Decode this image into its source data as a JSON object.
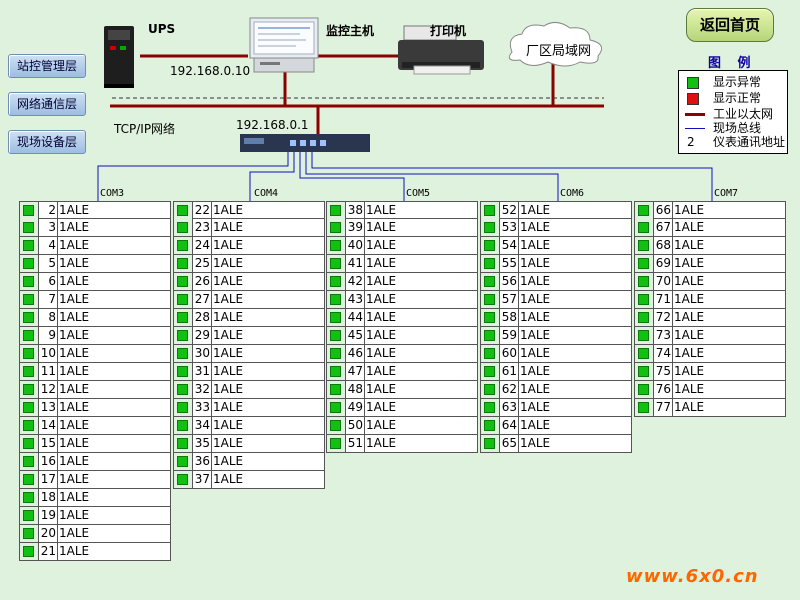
{
  "layers": {
    "station": "站控管理层",
    "network": "网络通信层",
    "field": "现场设备层"
  },
  "back_button": "返回首页",
  "devices": {
    "ups": "UPS",
    "host": "监控主机",
    "printer": "打印机",
    "lan": "厂区局域网",
    "ip_host": "192.168.0.10",
    "tcpip": "TCP/IP网络",
    "ip_switch": "192.168.0.1"
  },
  "legend": {
    "title": "图 例",
    "items": [
      {
        "label": "显示异常",
        "swatch": "#12c012"
      },
      {
        "label": "显示正常",
        "swatch": "#e01010"
      },
      {
        "label": "工业以太网",
        "swatch": "#8b0000"
      },
      {
        "label": "现场总线",
        "swatch": "#1010c0"
      },
      {
        "label": "仪表通讯地址",
        "swatch": "2"
      }
    ]
  },
  "colors": {
    "background": "#dff2dd",
    "ethernet": "#8b0000",
    "fieldbus": "#1010c0",
    "ok_indicator": "#12c012"
  },
  "com_ports": [
    {
      "name": "COM3",
      "device": "1ALE",
      "addresses": [
        "2",
        "3",
        "4",
        "5",
        "6",
        "7",
        "8",
        "9",
        "10",
        "11",
        "12",
        "13",
        "14",
        "15",
        "16",
        "17",
        "18",
        "19",
        "20",
        "21"
      ]
    },
    {
      "name": "COM4",
      "device": "1ALE",
      "addresses": [
        "22",
        "23",
        "24",
        "25",
        "26",
        "27",
        "28",
        "29",
        "30",
        "31",
        "32",
        "33",
        "34",
        "35",
        "36",
        "37"
      ]
    },
    {
      "name": "COM5",
      "device": "1ALE",
      "addresses": [
        "38",
        "39",
        "40",
        "41",
        "42",
        "43",
        "44",
        "45",
        "46",
        "47",
        "48",
        "49",
        "50",
        "51"
      ]
    },
    {
      "name": "COM6",
      "device": "1ALE",
      "addresses": [
        "52",
        "53",
        "54",
        "55",
        "56",
        "57",
        "58",
        "59",
        "60",
        "61",
        "62",
        "63",
        "64",
        "65"
      ]
    },
    {
      "name": "COM7",
      "device": "1ALE",
      "addresses": [
        "66",
        "67",
        "68",
        "69",
        "70",
        "71",
        "72",
        "73",
        "74",
        "75",
        "76",
        "77"
      ]
    }
  ],
  "watermark": "www.6x0.cn"
}
